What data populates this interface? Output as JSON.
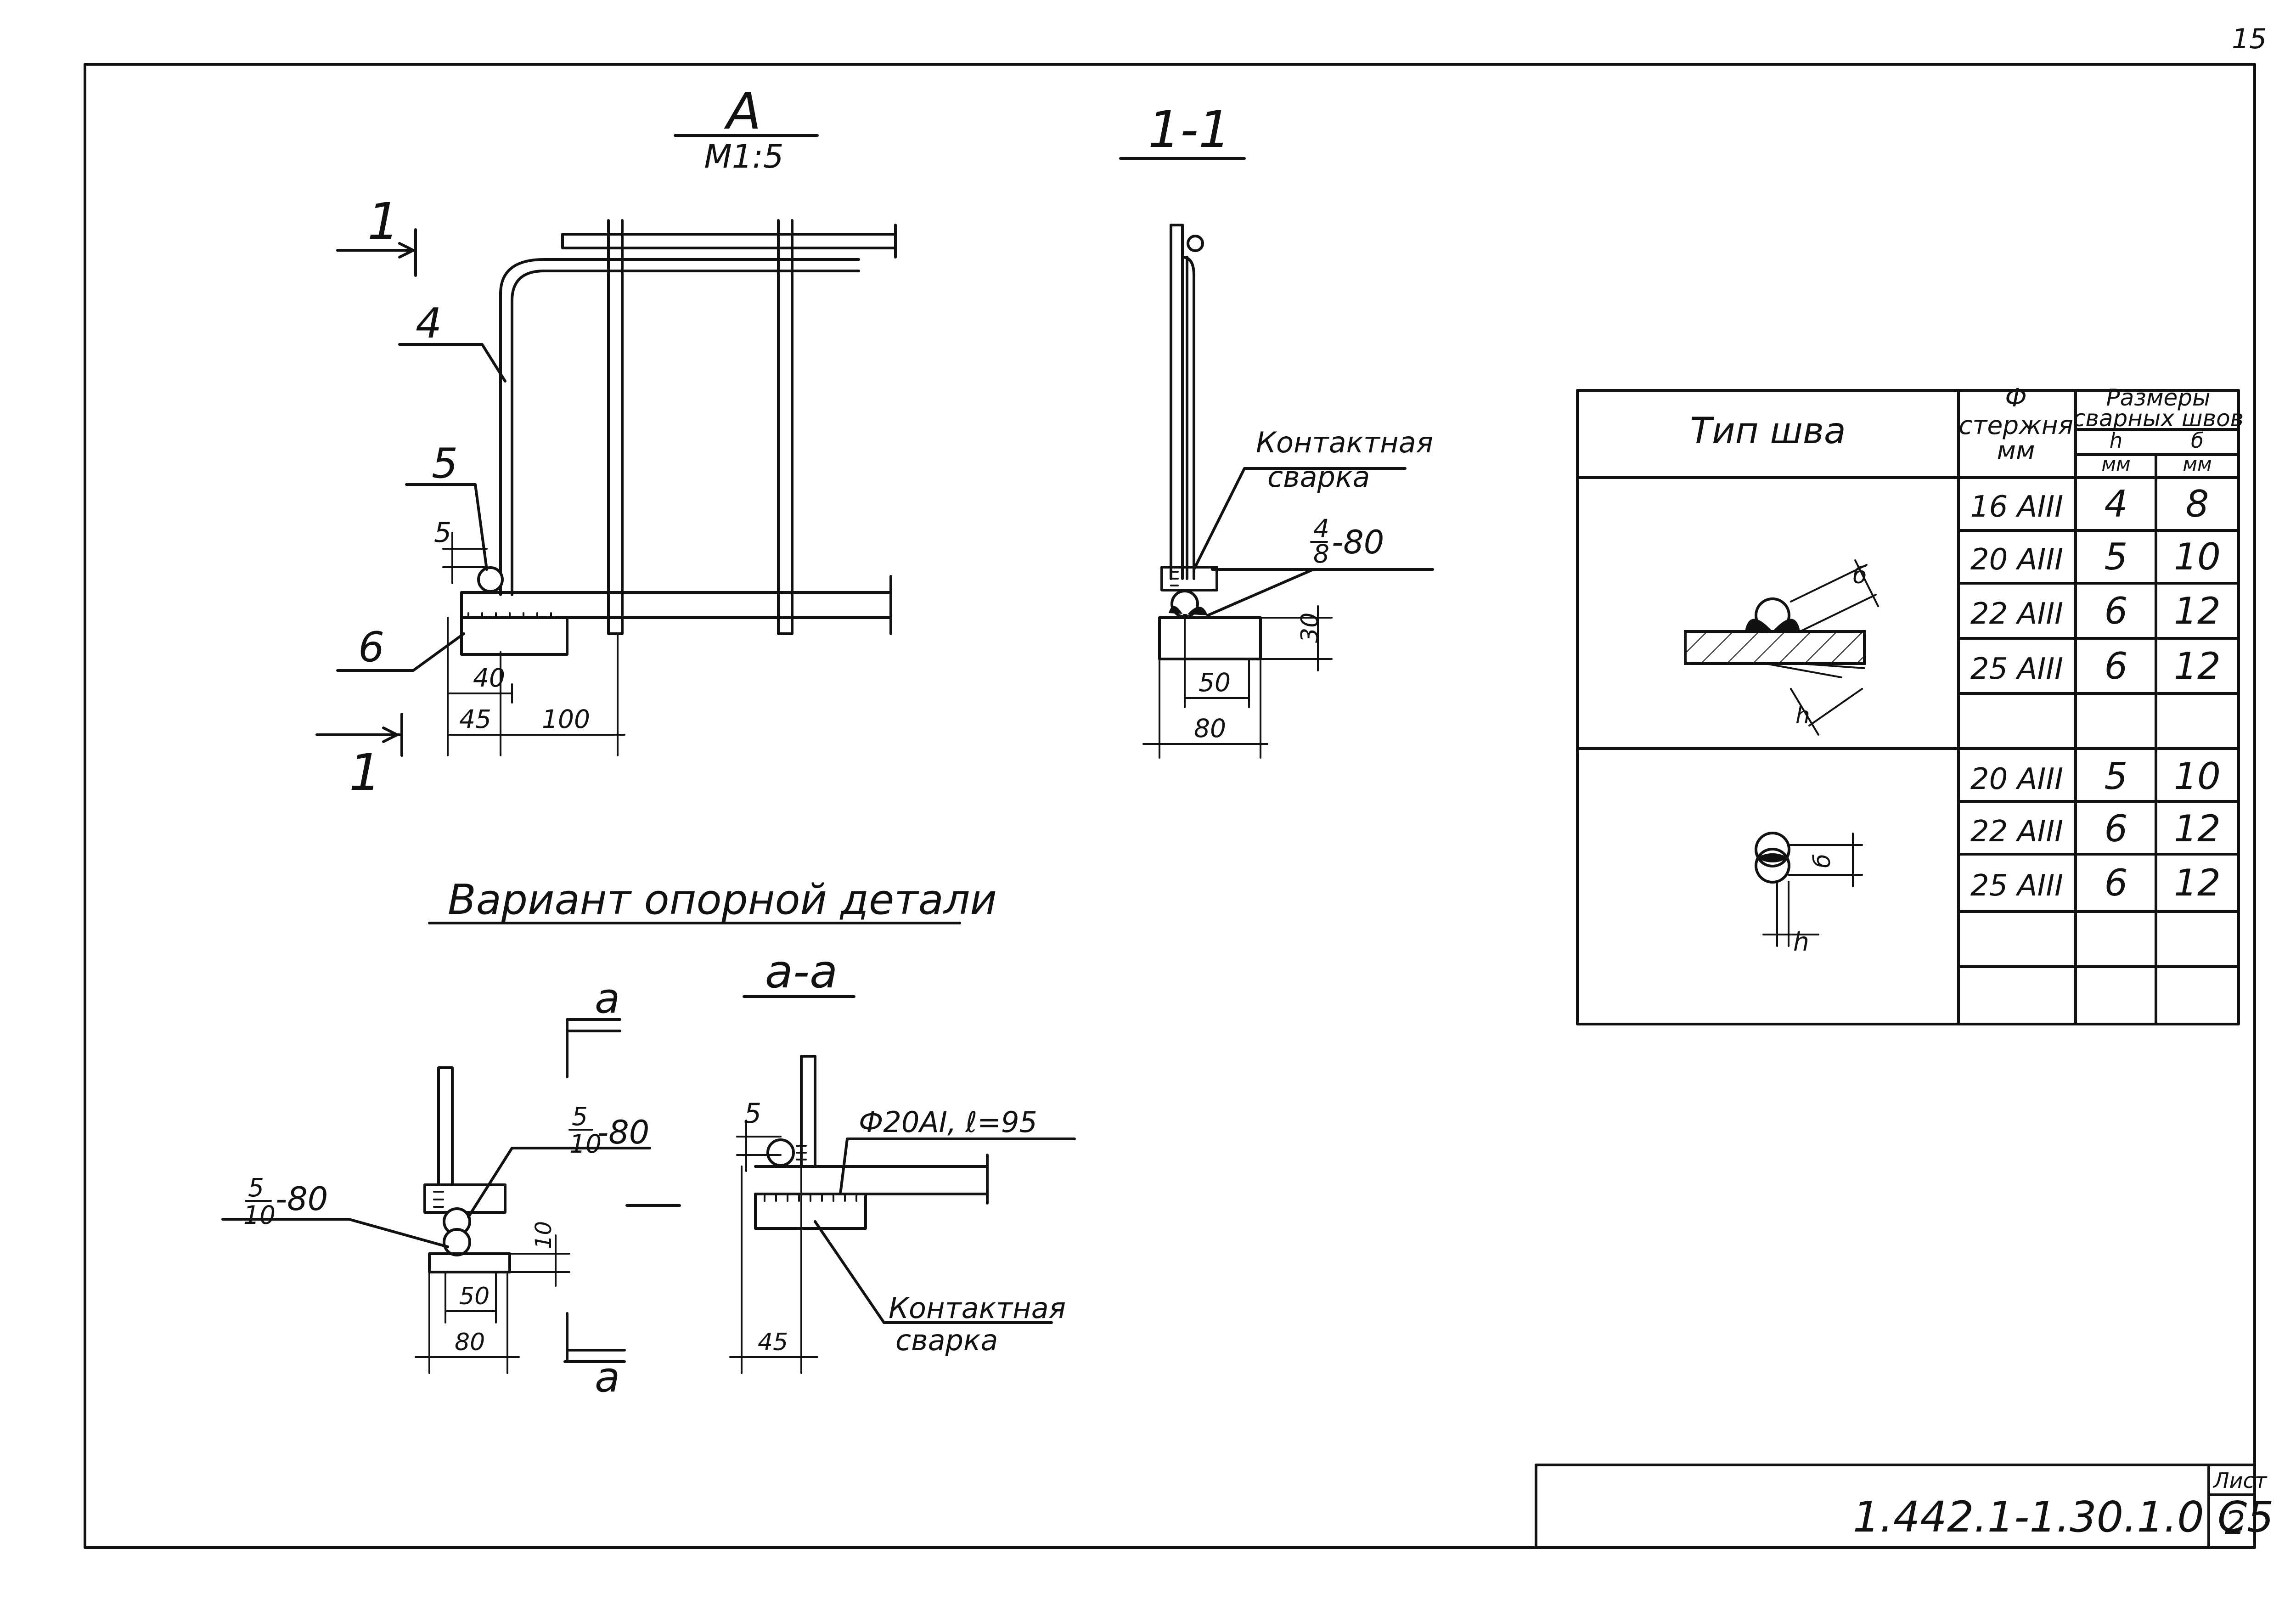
{
  "page_number": "15",
  "view_a": {
    "title": "А",
    "scale": "М1:5"
  },
  "section_1_1": {
    "title": "1-1"
  },
  "view_a_labels": {
    "cut_left": "1",
    "cut_right": "1",
    "pos4": "4",
    "pos5": "5",
    "pos6": "6",
    "dim_5": "5",
    "dim_40": "40",
    "dim_45": "45",
    "dim_100": "100"
  },
  "section_1_1_labels": {
    "weld_note_line1": "Контактная",
    "weld_note_line2": "сварка",
    "weld_num": "4",
    "weld_den": "8",
    "weld_len": "-80",
    "dim_30": "30",
    "dim_50": "50",
    "dim_80": "80"
  },
  "variant": {
    "title": "Вариант опорной детали"
  },
  "view_small": {
    "cut_top": "а",
    "cut_bottom": "а",
    "weld_left_num": "5",
    "weld_left_den": "10",
    "weld_left_len": "-80",
    "weld_right_num": "5",
    "weld_right_den": "10",
    "weld_right_len": "-80",
    "dim_10": "10",
    "dim_50": "50",
    "dim_80": "80"
  },
  "section_a_a": {
    "title": "а-а",
    "dim_5": "5",
    "dim_45": "45",
    "bar_note": "Ф20АI, ℓ=95",
    "weld_note_line1": "Контактная",
    "weld_note_line2": "сварка"
  },
  "weld_table": {
    "header_type": "Тип  шва",
    "header_phi": "Ф",
    "header_rod": "стержня",
    "header_mm": "мм",
    "header_sizes_line1": "Размеры",
    "header_sizes_line2": "сварных швов",
    "header_h": "h",
    "header_b": "б",
    "header_h_mm": "мм",
    "header_b_mm": "мм",
    "group1": [
      {
        "rod": "16 АIII",
        "h": "4",
        "b": "8"
      },
      {
        "rod": "20 АIII",
        "h": "5",
        "b": "10"
      },
      {
        "rod": "22 АIII",
        "h": "6",
        "b": "12"
      },
      {
        "rod": "25 АIII",
        "h": "6",
        "b": "12"
      },
      {
        "rod": "",
        "h": "",
        "b": ""
      }
    ],
    "group2": [
      {
        "rod": "20 АIII",
        "h": "5",
        "b": "10"
      },
      {
        "rod": "22 АIII",
        "h": "6",
        "b": "12"
      },
      {
        "rod": "25 АIII",
        "h": "6",
        "b": "12"
      },
      {
        "rod": "",
        "h": "",
        "b": ""
      },
      {
        "rod": "",
        "h": "",
        "b": ""
      }
    ],
    "sketch1_b": "б",
    "sketch1_h": "h",
    "sketch2_b": "б",
    "sketch2_h": "h"
  },
  "title_block": {
    "code": "1.442.1-1.30.1.0 С5",
    "sheet_label": "Лист",
    "sheet_no": "2"
  }
}
